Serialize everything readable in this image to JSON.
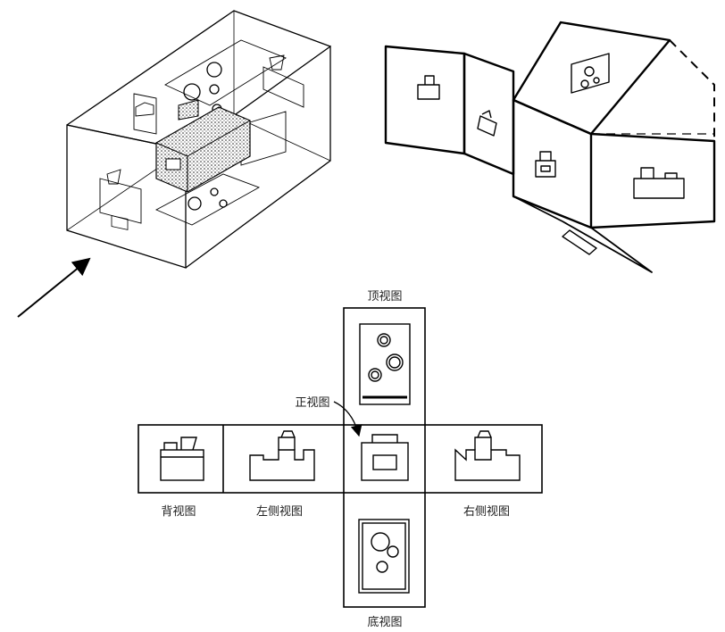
{
  "views": {
    "top": "顶视图",
    "front": "正视图",
    "back": "背视图",
    "left": "左侧视图",
    "right": "右侧视图",
    "bottom": "底视图"
  }
}
